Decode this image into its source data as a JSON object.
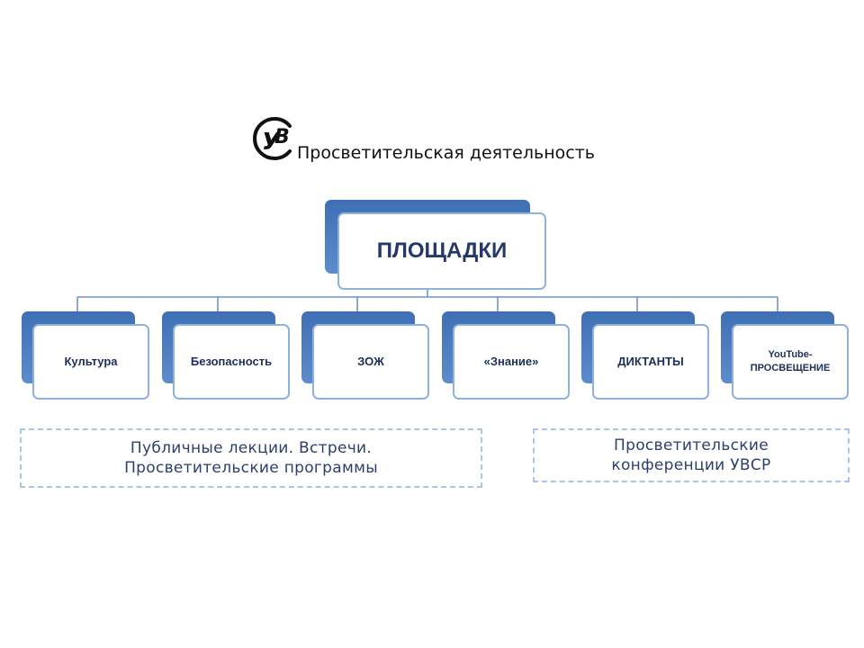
{
  "header": {
    "logo_icon": "uvsr-logo-icon",
    "title": "Просветительская деятельность"
  },
  "root": {
    "label": "ПЛОЩАДКИ"
  },
  "children": [
    {
      "label": "Культура"
    },
    {
      "label": "Безопасность"
    },
    {
      "label": "ЗОЖ"
    },
    {
      "label": "«Знание»"
    },
    {
      "label": "ДИКТАНТЫ"
    },
    {
      "label": "YouTube-\nПРОСВЕЩЕНИЕ"
    }
  ],
  "notes": {
    "left": "Публичные лекции. Встречи.\nПросветительские программы",
    "right": "Просветительские\nконференции УВСР"
  },
  "colors": {
    "box_back": "#3f6fb4",
    "box_border": "#8fb1de",
    "connector": "#6f95c7",
    "note_border": "#a9c5e6",
    "label_text": "#1d2f59"
  }
}
